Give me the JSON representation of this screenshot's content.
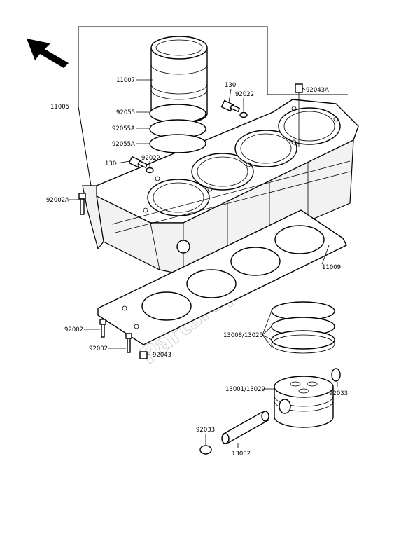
{
  "labels": {
    "p11005": "11005",
    "p11007": "11007",
    "p92055": "92055",
    "p92055A_1": "92055A",
    "p92055A_2": "92055A",
    "p130_top": "130",
    "p92022_top": "92022",
    "p92043A": "92043A",
    "p130_left": "130",
    "p92022_left": "92022",
    "p92002A": "92002A",
    "p11009": "11009",
    "p92002_1": "92002",
    "p92002_2": "92002",
    "p92043": "92043",
    "p13008_13025": "13008/13025",
    "p13001_13029": "13001/13029",
    "p92033_right": "92033",
    "p92033_left": "92033",
    "p13002": "13002"
  },
  "watermark": "Partsrepublik",
  "icons": {
    "direction_arrow": "front-direction-arrow-icon"
  }
}
